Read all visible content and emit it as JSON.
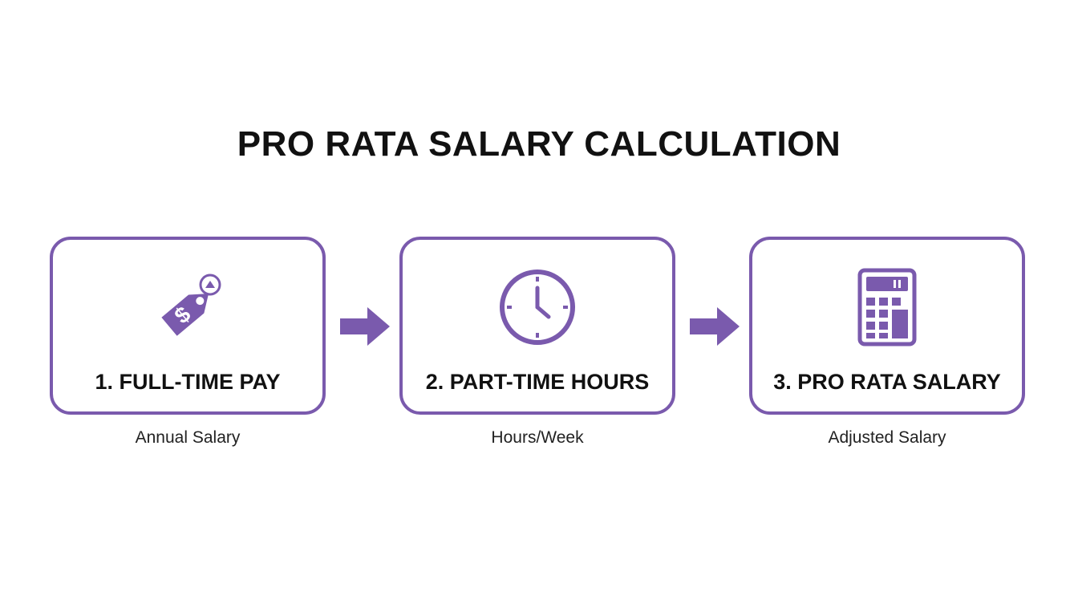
{
  "title": "PRO RATA SALARY CALCULATION",
  "accent_color": "#7a5aad",
  "steps": [
    {
      "label": "1. FULL-TIME PAY",
      "caption": "Annual Salary",
      "icon": "price-tag-dollar-icon"
    },
    {
      "label": "2. PART-TIME HOURS",
      "caption": "Hours/Week",
      "icon": "clock-icon"
    },
    {
      "label": "3. PRO RATA SALARY",
      "caption": "Adjusted Salary",
      "icon": "calculator-icon"
    }
  ],
  "arrows": [
    "right-arrow-icon",
    "right-arrow-icon"
  ]
}
